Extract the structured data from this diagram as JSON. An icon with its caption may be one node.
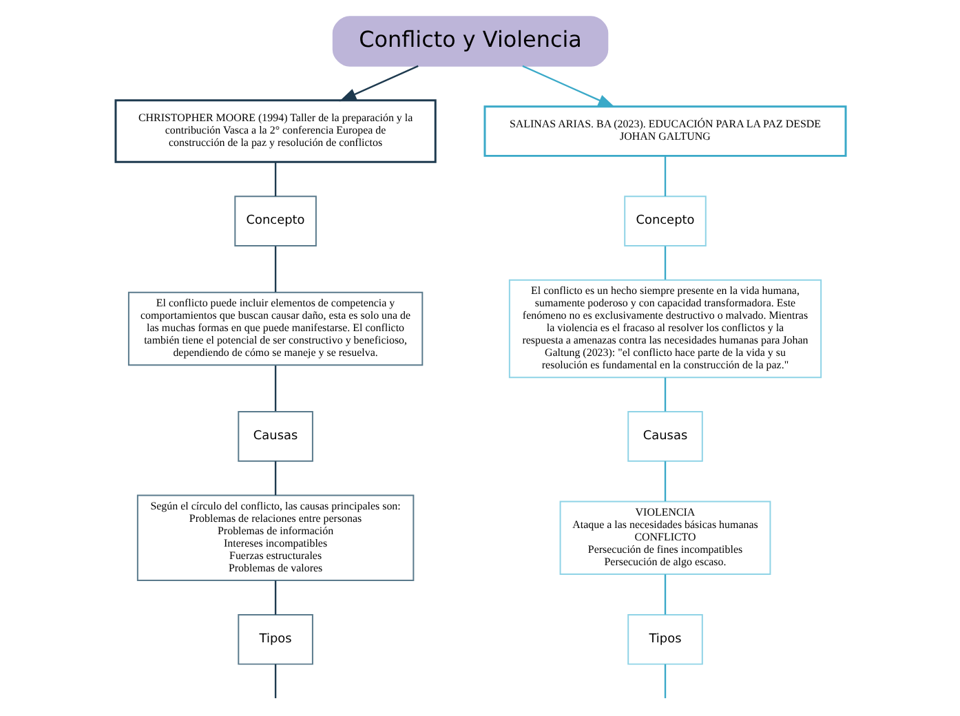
{
  "diagram": {
    "nodes": [
      {
        "text": [
          "Conflicto y Violencia"
        ]
      },
      {
        "text": [
          "CHRISTOPHER MOORE (1994) Taller de la preparación y la contribución Vasca a la 2° conferencia Europea de construcción de la paz y resolución de conflictos"
        ]
      },
      {
        "text": [
          "SALINAS ARIAS. BA (2023). EDUCACIÓN PARA LA PAZ DESDE JOHAN GALTUNG"
        ]
      },
      {
        "text": [
          "Concepto"
        ]
      },
      {
        "text": [
          "El conflicto puede incluir elementos de competencia y comportamientos que buscan causar daño, esta es solo una de las muchas formas en que puede manifestarse. El conflicto también tiene el potencial de ser constructivo y beneficioso, dependiendo de cómo se maneje y se resuelva."
        ]
      },
      {
        "text": [
          "Causas"
        ]
      },
      {
        "text": [
          "Según el círculo del conflicto, las causas principales son:",
          "Problemas de relaciones entre personas",
          "Problemas de información",
          "Intereses incompatibles",
          "Fuerzas estructurales",
          "Problemas de valores"
        ]
      },
      {
        "text": [
          "Tipos"
        ]
      },
      {
        "text": [
          "Concepto"
        ]
      },
      {
        "text": [
          "El conflicto es un hecho siempre presente en la vida humana, sumamente poderoso y con capacidad transformadora. Este fenómeno no es exclusivamente destructivo o malvado. Mientras la violencia es el fracaso al resolver los conflictos y la respuesta a amenazas contra las necesidades humanas para Johan Galtung (2023): \"el conflicto hace parte de la vida y su resolución es fundamental en la construcción de la paz.\""
        ]
      },
      {
        "text": [
          "Causas"
        ]
      },
      {
        "text": [
          "VIOLENCIA",
          "Ataque a las necesidades básicas humanas",
          "CONFLICTO",
          "Persecución de fines incompatibles",
          "Persecución de algo escaso."
        ]
      },
      {
        "text": [
          "Tipos"
        ]
      }
    ],
    "edges": [
      {
        "from": 0,
        "to": 1,
        "arrow": "to",
        "color": "#1e3a4f"
      },
      {
        "from": 0,
        "to": 2,
        "arrow": "to",
        "color": "#3aa9c8"
      },
      {
        "from": 1,
        "to": 3,
        "arrow": "none",
        "color": "#1e3a4f"
      },
      {
        "from": 3,
        "to": 4,
        "arrow": "none",
        "color": "#1e3a4f"
      },
      {
        "from": 4,
        "to": 5,
        "arrow": "none",
        "color": "#1e3a4f"
      },
      {
        "from": 5,
        "to": 6,
        "arrow": "none",
        "color": "#1e3a4f"
      },
      {
        "from": 6,
        "to": 7,
        "arrow": "none",
        "color": "#1e3a4f"
      },
      {
        "from": 7,
        "to": null,
        "arrow": "none",
        "color": "#1e3a4f"
      },
      {
        "from": 2,
        "to": 8,
        "arrow": "none",
        "color": "#3aa9c8"
      },
      {
        "from": 8,
        "to": 9,
        "arrow": "none",
        "color": "#3aa9c8"
      },
      {
        "from": 9,
        "to": 10,
        "arrow": "none",
        "color": "#3aa9c8"
      },
      {
        "from": 10,
        "to": 11,
        "arrow": "none",
        "color": "#3aa9c8"
      },
      {
        "from": 11,
        "to": 12,
        "arrow": "none",
        "color": "#3aa9c8"
      },
      {
        "from": 12,
        "to": null,
        "arrow": "none",
        "color": "#3aa9c8"
      }
    ]
  }
}
